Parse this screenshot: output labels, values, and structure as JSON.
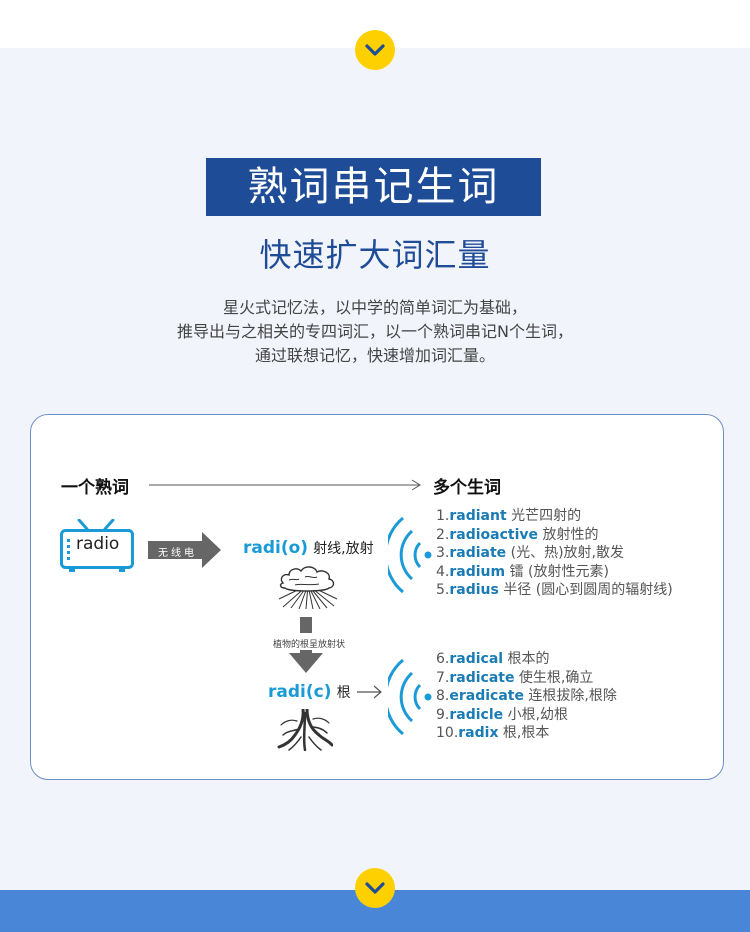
{
  "title": "熟词串记生词",
  "subtitle": "快速扩大词汇量",
  "description": [
    "星火式记忆法，以中学的简单词汇为基础，",
    "推导出与之相关的专四词汇，以一个熟词串记N个生词，",
    "通过联想记忆，快速增加词汇量。"
  ],
  "diagram": {
    "left_header": "一个熟词",
    "right_header": "多个生词",
    "tv_label": "radio",
    "arrow_label": "无线电",
    "root1": {
      "word": "radi(o)",
      "meaning": "射线,放射"
    },
    "transition_note": "植物的根呈放射状",
    "root2": {
      "word": "radi(c)",
      "meaning": "根"
    },
    "group1": [
      {
        "num": "1.",
        "word": "radiant",
        "meaning": "光芒四射的"
      },
      {
        "num": "2.",
        "word": "radioactive",
        "meaning": "放射性的"
      },
      {
        "num": "3.",
        "word": "radiate",
        "meaning": "(光、热)放射,散发"
      },
      {
        "num": "4.",
        "word": "radium",
        "meaning": "镭 (放射性元素)"
      },
      {
        "num": "5.",
        "word": "radius",
        "meaning": "半径 (圆心到圆周的辐射线)"
      }
    ],
    "group2": [
      {
        "num": "6.",
        "word": "radical",
        "meaning": "根本的"
      },
      {
        "num": "7.",
        "word": "radicate",
        "meaning": "使生根,确立"
      },
      {
        "num": "8.",
        "word": "eradicate",
        "meaning": "连根拔除,根除"
      },
      {
        "num": "9.",
        "word": "radicle",
        "meaning": "小根,幼根"
      },
      {
        "num": "10.",
        "word": "radix",
        "meaning": "根,根本"
      }
    ]
  },
  "colors": {
    "primary": "#1f4c97",
    "accent": "#1a9ad6",
    "chevron": "#ffd000",
    "bottom_band": "#4a86d8"
  }
}
